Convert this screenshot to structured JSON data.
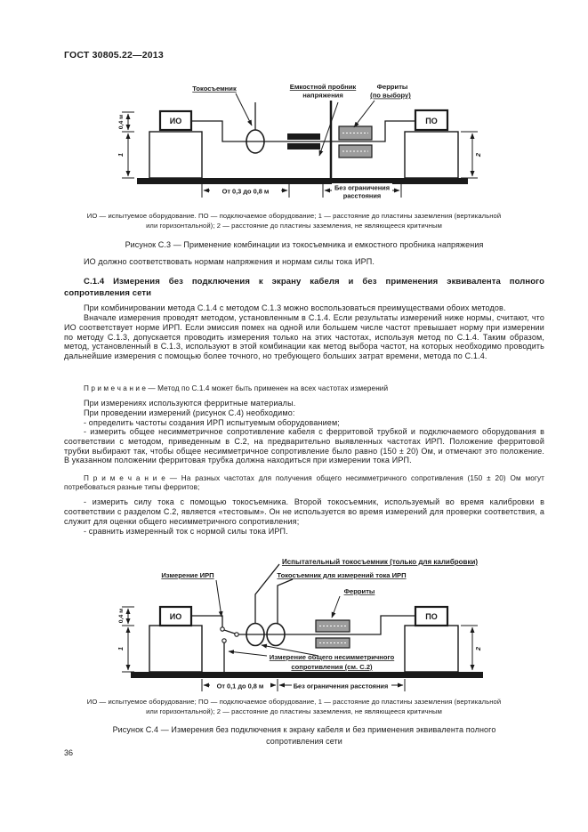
{
  "colors": {
    "ink": "#1a1a1a",
    "ferrite_fill": "#9c9c9c",
    "paper": "#ffffff"
  },
  "page": {
    "header": "ГОСТ 30805.22—2013",
    "number": "36"
  },
  "fig_c3": {
    "labels": {
      "clamp": "Токосъемник",
      "probe1": "Емкостной пробник",
      "probe2": "напряжения",
      "ferrite1": "Ферриты",
      "ferrite2": "(по выбору)",
      "eut": "ИО",
      "ae": "ПО",
      "h04": "0,4 м",
      "d1": "1",
      "d2": "2",
      "span_left": "От 0,3 до 0,8 м",
      "span_right1": "Без ограничения",
      "span_right2": "расстояния"
    },
    "legend_line1": "ИО — испытуемое оборудование. ПО — подключаемое оборудование; 1 — расстояние до пластины заземления (вертикальной",
    "legend_line2": "или горизонтальной); 2 — расстояние до пластины заземления, не являющееся критичным",
    "caption": "Рисунок С.3 — Применение комбинации из токосъемника и емкостного пробника напряжения"
  },
  "body": {
    "para_io": "ИО должно соответствовать нормам напряжения и нормам силы тока ИРП.",
    "heading_line1": "С.1.4 Измерения без подключения к экрану кабеля и без применения эквивалента полного",
    "heading_line2": "сопротивления сети",
    "para_combine": "При комбинировании метода С.1.4 с методом С.1.3 можно воспользоваться преимуществами обоих методов.",
    "para_sequence": "Вначале измерения проводят методом, установленным в С.1.4. Если результаты измерений ниже нормы, считают, что ИО соответствует норме ИРП. Если эмиссия помех на одной или большем числе частот превышает норму при измерении по методу С.1.3, допускается проводить измерения только на этих частотах, используя метод по С.1.4. Таким образом, метод, установленный в С.1.3, используют в этой комбинации как метод выбора частот, на которых необходимо проводить дальнейшие измерения с помощью более точного, но требующего больших затрат времени, метода по С.1.4.",
    "note_1": "П р и м е ч а н и е — Метод по С.1.4 может быть применен на всех частотах измерений",
    "para_ferrite": "При измерениях используются ферритные материалы.",
    "para_procedure": "При проведении измерений (рисунок С.4) необходимо:",
    "bullet_1": "- определить частоты создания ИРП испытуемым оборудованием;",
    "bullet_2": "- измерить общее несимметричное сопротивление кабеля с ферритовой трубкой и подключаемого оборудования в соответствии с методом, приведенным в С.2, на предварительно выявленных частотах ИРП. Положение ферритовой трубки выбирают так, чтобы общее несимметричное сопротивление было равно (150 ± 20) Ом, и отмечают это положение. В указанном положении ферритовая трубка должна находиться при измерении тока ИРП.",
    "note_2": "П р и м е ч а н и е — На разных частотах для получения общего несимметричного сопротивления (150 ± 20) Ом могут потребоваться разные типы ферритов;",
    "bullet_3": "- измерить силу тока с помощью токосъемника. Второй токосъемник, используемый во время калибровки в соответствии с разделом С.2, является «тестовым». Он не используется во время измерений для проверки соответствия, а служит для оценки общего несимметричного сопротивления;",
    "bullet_4": "- сравнить измеренный ток с нормой силы тока ИРП."
  },
  "fig_c4": {
    "labels": {
      "test_clamp": "Испытательный токосъемник (только для калибровки)",
      "meas_clamp": "Токосъемник для измерений тока ИРП",
      "ferrites": "Ферриты",
      "meas_irp": "Измерение ИРП",
      "meas_imp1": "Измерение общего несимметричного",
      "meas_imp2": "сопротивления (см. С.2)",
      "eut": "ИО",
      "ae": "ПО",
      "h04": "0,4 м",
      "d1": "1",
      "d2": "2",
      "span_left": "От 0,1 до 0,8 м",
      "span_right": "Без ограничения расстояния"
    },
    "legend_line1": "ИО — испытуемое оборудование; ПО — подключаемое оборудование, 1 — расстояние до пластины заземления (вертикальной",
    "legend_line2": "или горизонтальной); 2 — расстояние до пластины заземления, не являющееся критичным",
    "caption_line1": "Рисунок С.4 — Измерения без подключения к экрану кабеля и без применения эквивалента полного",
    "caption_line2": "сопротивления сети"
  }
}
